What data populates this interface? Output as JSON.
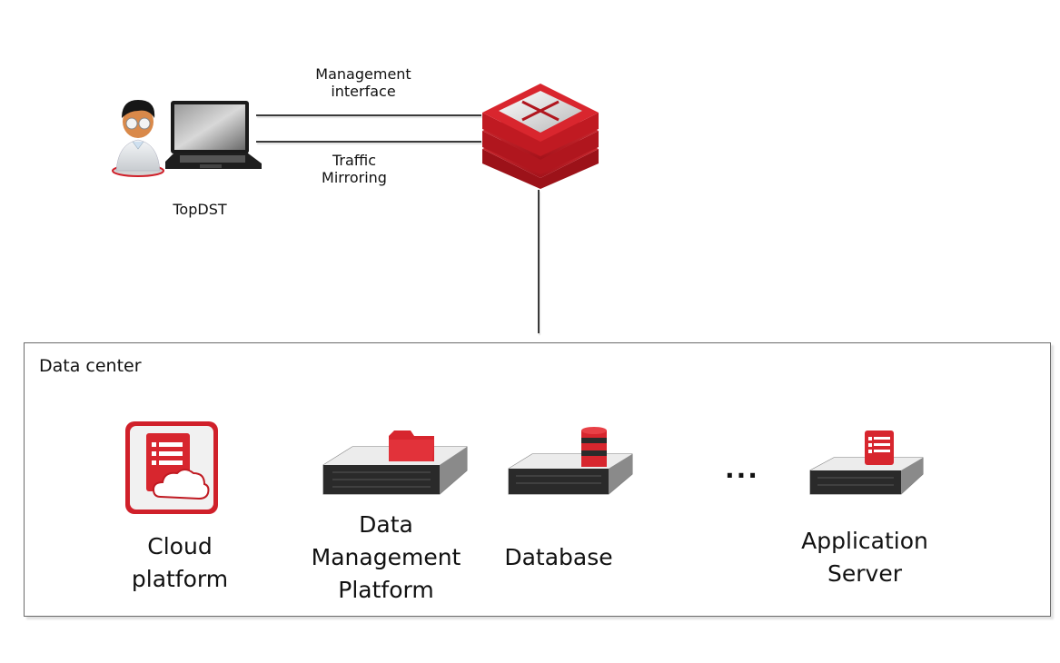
{
  "diagram": {
    "user_node": {
      "label": "TopDST",
      "icon": "user-with-laptop-icon"
    },
    "switch_node": {
      "icon": "network-switch-icon"
    },
    "links": [
      {
        "from": "TopDST",
        "to": "switch",
        "label": "Management interface",
        "label_lines": [
          "Management",
          "interface"
        ]
      },
      {
        "from": "TopDST",
        "to": "switch",
        "label": "Traffic Mirroring",
        "label_lines": [
          "Traffic",
          "Mirroring"
        ]
      },
      {
        "from": "switch",
        "to": "Data center",
        "label": ""
      }
    ],
    "data_center": {
      "title": "Data center",
      "nodes": [
        {
          "label_lines": [
            "Cloud",
            "platform"
          ],
          "icon": "cloud-document-icon"
        },
        {
          "label_lines": [
            "Data",
            "Management",
            "Platform"
          ],
          "icon": "server-folder-icon"
        },
        {
          "label_lines": [
            "Database"
          ],
          "icon": "server-database-icon"
        },
        {
          "label_lines": [
            "..."
          ],
          "icon": "ellipsis"
        },
        {
          "label_lines": [
            "Application",
            "Server"
          ],
          "icon": "server-document-icon"
        }
      ]
    },
    "colors": {
      "accent_red": "#d0202a",
      "line": "#3a3a3a",
      "border": "#6b6b6b"
    }
  }
}
